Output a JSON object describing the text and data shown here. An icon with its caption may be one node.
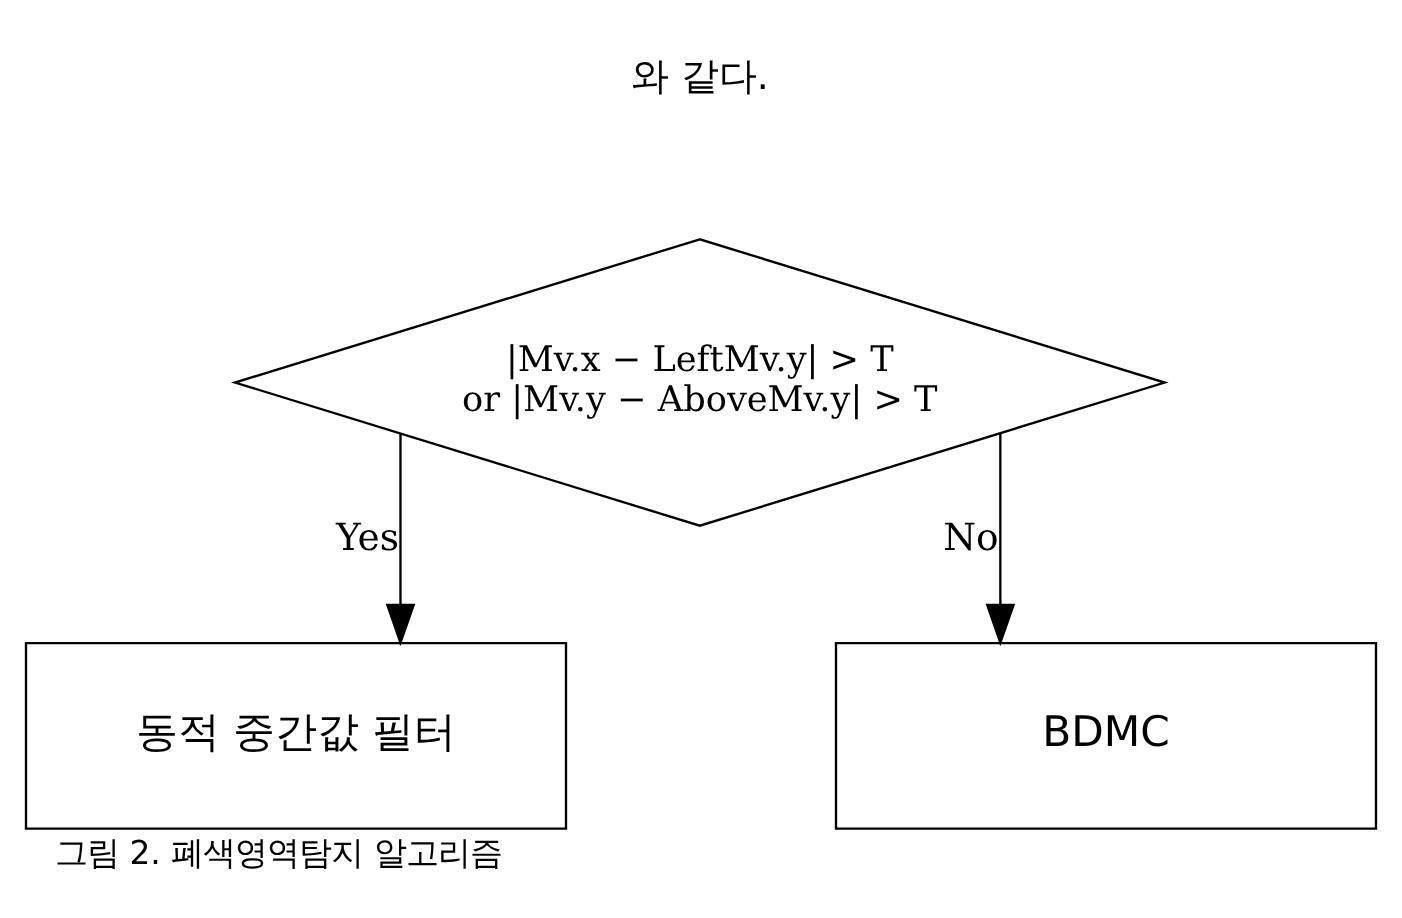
{
  "diagram": {
    "caption": "그림 2. 폐색영역탐지 알고리즘",
    "nodes": [
      {
        "text": [
          "|Mv.x − LeftMv.y| > T or |Mv.y − AboveMv.y| > T"
        ]
      },
      {
        "text": [
          "동적 중간값 필터"
        ]
      },
      {
        "text": [
          "BDMC"
        ]
      }
    ],
    "edges": [
      {
        "from": 0,
        "to": 1,
        "arrow": "to",
        "label": "Yes"
      },
      {
        "from": 0,
        "to": 2,
        "arrow": "to",
        "label": "No"
      }
    ],
    "labels": [
      "와 같다."
    ]
  }
}
